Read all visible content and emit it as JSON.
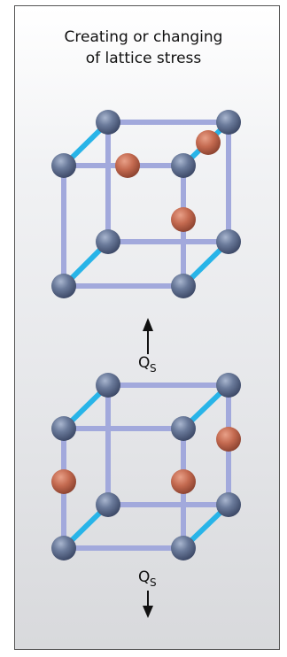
{
  "title": {
    "line1": "Creating or changing",
    "line2": "of lattice stress"
  },
  "arrows": {
    "top": {
      "label": "Q",
      "subscript": "S",
      "direction": "up"
    },
    "bottom": {
      "label": "Q",
      "subscript": "S",
      "direction": "down"
    }
  },
  "colors": {
    "rod_front": "#28b4e8",
    "rod_side": "#a2a9dc",
    "lattice_atom": "#5d6d8e",
    "interstitial_atom": "#c46a50",
    "background_top": "#ffffff",
    "background_bottom": "#d8d9dc"
  }
}
